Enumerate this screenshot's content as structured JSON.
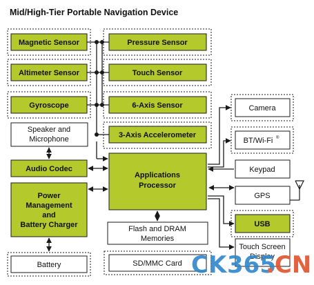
{
  "title": "Mid/High-Tier Portable Navigation Device",
  "colors": {
    "green": "#b3c92c",
    "stroke": "#1a1a1a",
    "watermark_ck": "#2f86c9",
    "watermark_num": "#2f86c9",
    "watermark_cn": "#e0522c"
  },
  "blocks": {
    "magnetic": "Magnetic Sensor",
    "altimeter": "Altimeter Sensor",
    "gyroscope": "Gyroscope",
    "pressure": "Pressure Sensor",
    "touch_sensor": "Touch Sensor",
    "six_axis": "6-Axis Sensor",
    "three_axis": "3-Axis Accelerometer",
    "speaker": [
      "Speaker and",
      "Microphone"
    ],
    "audio_codec": "Audio Codec",
    "power": [
      "Power",
      "Management",
      "and",
      "Battery Charger"
    ],
    "battery": "Battery",
    "app_proc": [
      "Applications",
      "Processor"
    ],
    "flash": [
      "Flash and DRAM",
      "Memories"
    ],
    "sdmmc": "SD/MMC Card",
    "camera": "Camera",
    "btwifi": "BT/Wi-Fi",
    "btwifi_reg": "®",
    "keypad": "Keypad",
    "gps": "GPS",
    "usb": "USB",
    "touchscreen": [
      "Touch Screen",
      "Display"
    ]
  },
  "watermark": {
    "ck": "CK",
    "num": "365",
    "cn": ".CN"
  }
}
